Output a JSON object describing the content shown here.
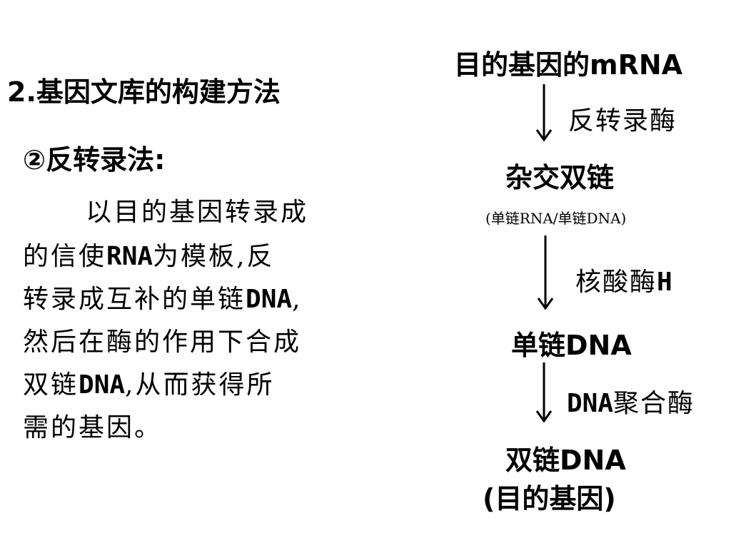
{
  "slide": {
    "heading": "2.基因文库的构建方法",
    "method_title": "②反转录法:",
    "paragraph": {
      "line1": "以目的基因转录成",
      "line2_a": "的信使",
      "line2_b": "RNA",
      "line2_c": "为模板,反",
      "line3_a": "转录成互补的单链",
      "line3_b": "DNA",
      "line3_c": ",",
      "line4": "然后在酶的作用下合成",
      "line5_a": "双链",
      "line5_b": "DNA",
      "line5_c": ",从而获得所",
      "line6": "需的基因。"
    },
    "flow": {
      "node1": "目的基因的mRNA",
      "enzyme1": "反转录酶",
      "node2": "杂交双链",
      "node2_sub": "(单链RNA/单链DNA)",
      "enzyme2_a": "核酸酶",
      "enzyme2_b": "H",
      "node3": "单链DNA",
      "enzyme3_a": "DNA",
      "enzyme3_b": "聚合酶",
      "node4": "双链DNA",
      "node4_sub": "(目的基因)"
    }
  }
}
